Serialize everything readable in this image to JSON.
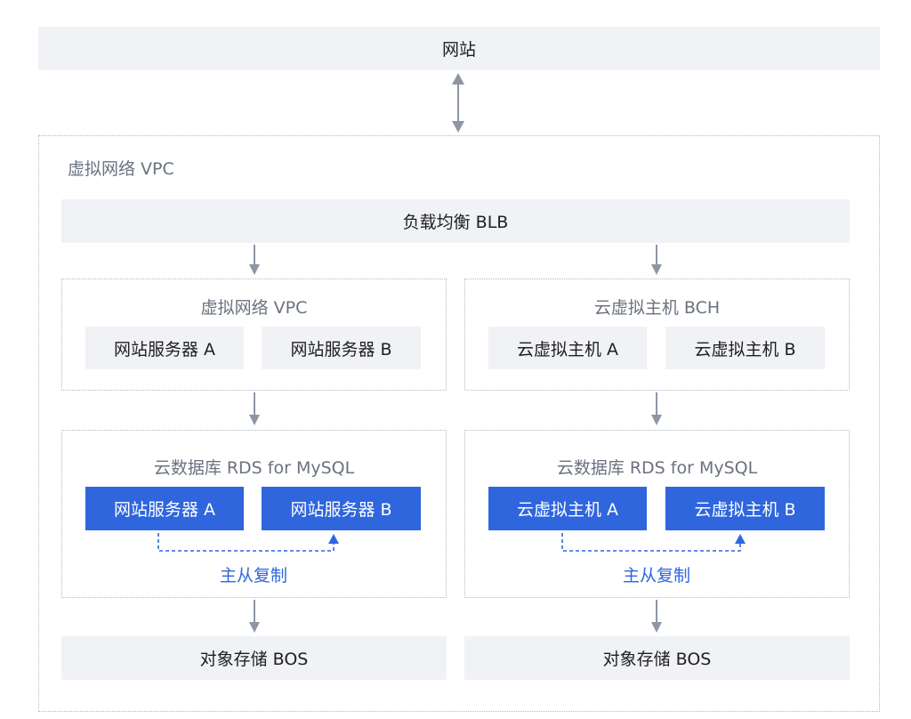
{
  "website": "网站",
  "vpc_outer_label": "虚拟网络 VPC",
  "blb": "负载均衡 BLB",
  "left_group": {
    "label": "虚拟网络 VPC",
    "box_a": "网站服务器 A",
    "box_b": "网站服务器 B"
  },
  "right_group": {
    "label": "云虚拟主机 BCH",
    "box_a": "云虚拟主机 A",
    "box_b": "云虚拟主机 B"
  },
  "left_db": {
    "label": "云数据库 RDS for MySQL",
    "box_a": "网站服务器 A",
    "box_b": "网站服务器 B",
    "replication": "主从复制"
  },
  "right_db": {
    "label": "云数据库 RDS for MySQL",
    "box_a": "云虚拟主机 A",
    "box_b": "云虚拟主机 B",
    "replication": "主从复制"
  },
  "left_bos": "对象存储 BOS",
  "right_bos": "对象存储 BOS",
  "colors": {
    "accent_blue": "#2f66dd",
    "light_box": "#f0f2f6",
    "connector": "#8e96a6"
  }
}
